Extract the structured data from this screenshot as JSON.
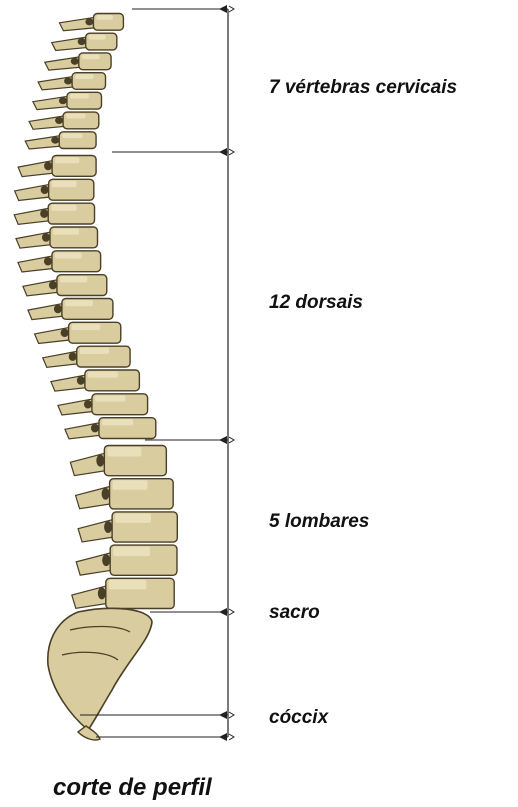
{
  "diagram": {
    "regions": [
      {
        "id": "cervical",
        "label": "7 vértebras cervicais",
        "vertebra_count": 7
      },
      {
        "id": "dorsal",
        "label": "12 dorsais",
        "vertebra_count": 12
      },
      {
        "id": "lumbar",
        "label": "5 lombares",
        "vertebra_count": 5
      },
      {
        "id": "sacrum",
        "label": "sacro"
      },
      {
        "id": "coccyx",
        "label": "cóccix"
      }
    ],
    "caption": "corte de perfil",
    "colors": {
      "bone_fill": "#d9cc9e",
      "bone_light": "#ece3c0",
      "bone_shadow": "#4a3f27",
      "bracket_line": "#222222",
      "text": "#111111"
    }
  }
}
